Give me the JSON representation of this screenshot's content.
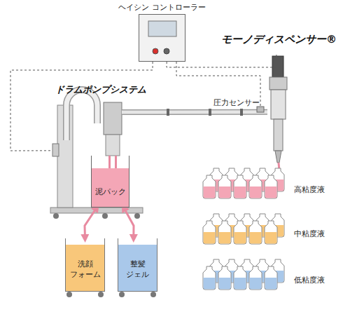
{
  "diagram": {
    "nodes": [
      {
        "text": [
          "ヘイシン コントローラー"
        ]
      },
      {
        "text": [
          "モーノディスペンサー®"
        ]
      },
      {
        "text": [
          "ドラムポンプシステム"
        ]
      },
      {
        "text": [
          "泥パック"
        ],
        "in": 2
      },
      {
        "text": [
          "洗顔 フォーム"
        ]
      },
      {
        "text": [
          "整髪 ジェル"
        ]
      }
    ],
    "edges": [
      {
        "from": 0,
        "to": 2,
        "arrow": "none"
      },
      {
        "from": 0,
        "to": 1,
        "arrow": "none"
      },
      {
        "from": 2,
        "to": 1,
        "arrow": "none"
      },
      {
        "from": 4,
        "to": 3,
        "arrow": "both"
      },
      {
        "from": 5,
        "to": 3,
        "arrow": "both"
      }
    ],
    "labels": [
      "圧力センサー",
      "高粘度液",
      "中粘度液",
      "低粘度液"
    ]
  }
}
